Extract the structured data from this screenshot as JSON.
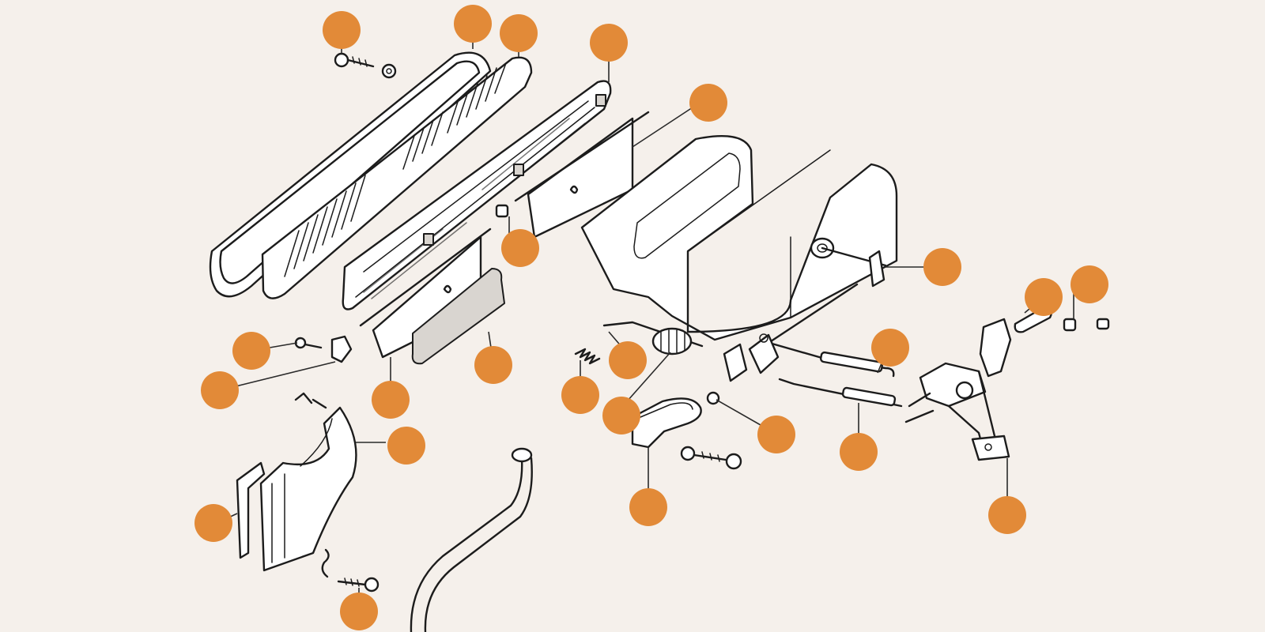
{
  "colors": {
    "background": "#f5f0eb",
    "callout": "#e28a38",
    "line": "#1c1c1c"
  },
  "callouts": [
    {
      "id": "callout-1"
    },
    {
      "id": "callout-2"
    },
    {
      "id": "callout-3"
    },
    {
      "id": "callout-4"
    },
    {
      "id": "callout-5"
    },
    {
      "id": "callout-6"
    },
    {
      "id": "callout-7"
    },
    {
      "id": "callout-8"
    },
    {
      "id": "callout-9"
    },
    {
      "id": "callout-10"
    },
    {
      "id": "callout-11"
    },
    {
      "id": "callout-12"
    },
    {
      "id": "callout-13"
    },
    {
      "id": "callout-14"
    },
    {
      "id": "callout-15"
    },
    {
      "id": "callout-16"
    },
    {
      "id": "callout-17"
    },
    {
      "id": "callout-18"
    },
    {
      "id": "callout-19"
    },
    {
      "id": "callout-20"
    },
    {
      "id": "callout-21"
    },
    {
      "id": "callout-22"
    },
    {
      "id": "callout-23"
    },
    {
      "id": "callout-24"
    },
    {
      "id": "callout-25"
    },
    {
      "id": "callout-26"
    }
  ]
}
